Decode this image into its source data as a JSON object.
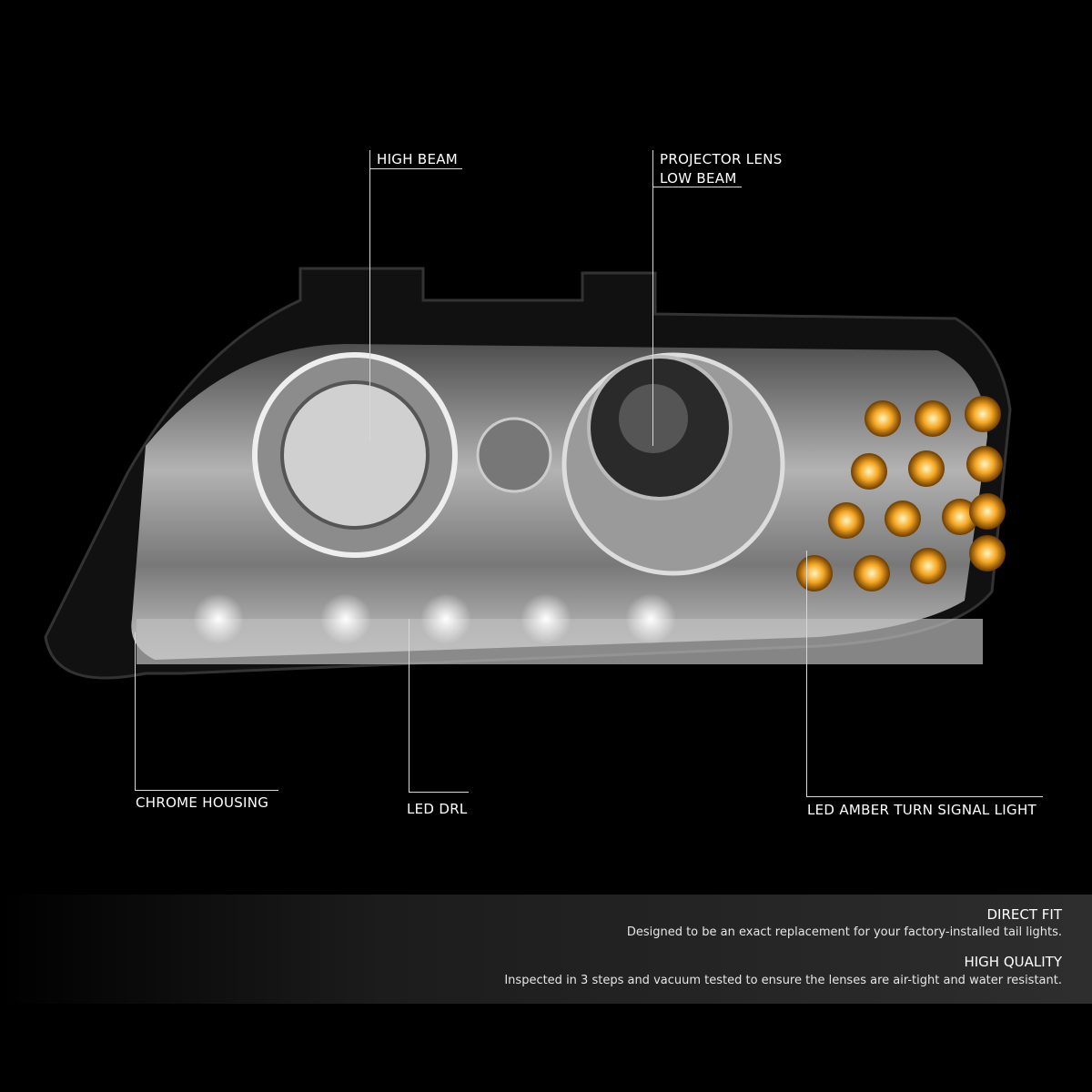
{
  "callouts": {
    "high_beam": "HIGH BEAM",
    "projector_line1": "PROJECTOR LENS",
    "projector_line2": "LOW BEAM",
    "chrome_housing": "CHROME HOUSING",
    "led_drl": "LED DRL",
    "amber_signal": "LED AMBER TURN SIGNAL LIGHT"
  },
  "features": [
    {
      "title": "DIRECT FIT",
      "desc": "Designed to be an exact replacement for your factory-installed tail lights."
    },
    {
      "title": "HIGH QUALITY",
      "desc": "Inspected in 3 steps and vacuum tested to ensure the lenses are air-tight and water resistant."
    }
  ],
  "colors": {
    "background": "#000000",
    "amber": "#f5a623",
    "chrome": "#c8c8c8"
  }
}
